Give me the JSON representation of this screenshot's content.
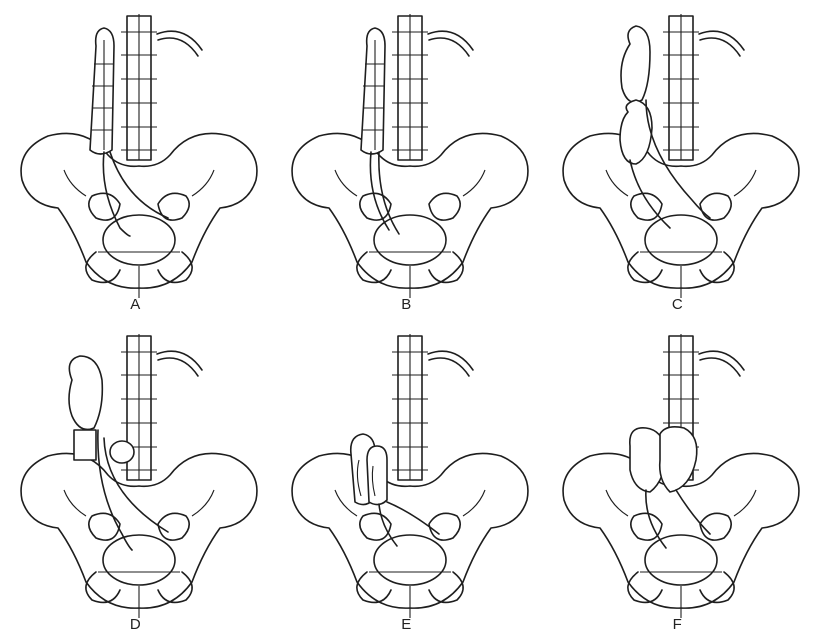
{
  "figure": {
    "panels": [
      {
        "id": "A",
        "label": "A",
        "variant": "duplex-long"
      },
      {
        "id": "B",
        "label": "B",
        "variant": "duplex-long"
      },
      {
        "id": "C",
        "label": "C",
        "variant": "curved"
      },
      {
        "id": "D",
        "label": "D",
        "variant": "separated"
      },
      {
        "id": "E",
        "label": "E",
        "variant": "horseshoe-low"
      },
      {
        "id": "F",
        "label": "F",
        "variant": "fused-low"
      }
    ]
  },
  "colors": {
    "line": "#1e1e1e",
    "background": "#ffffff"
  }
}
